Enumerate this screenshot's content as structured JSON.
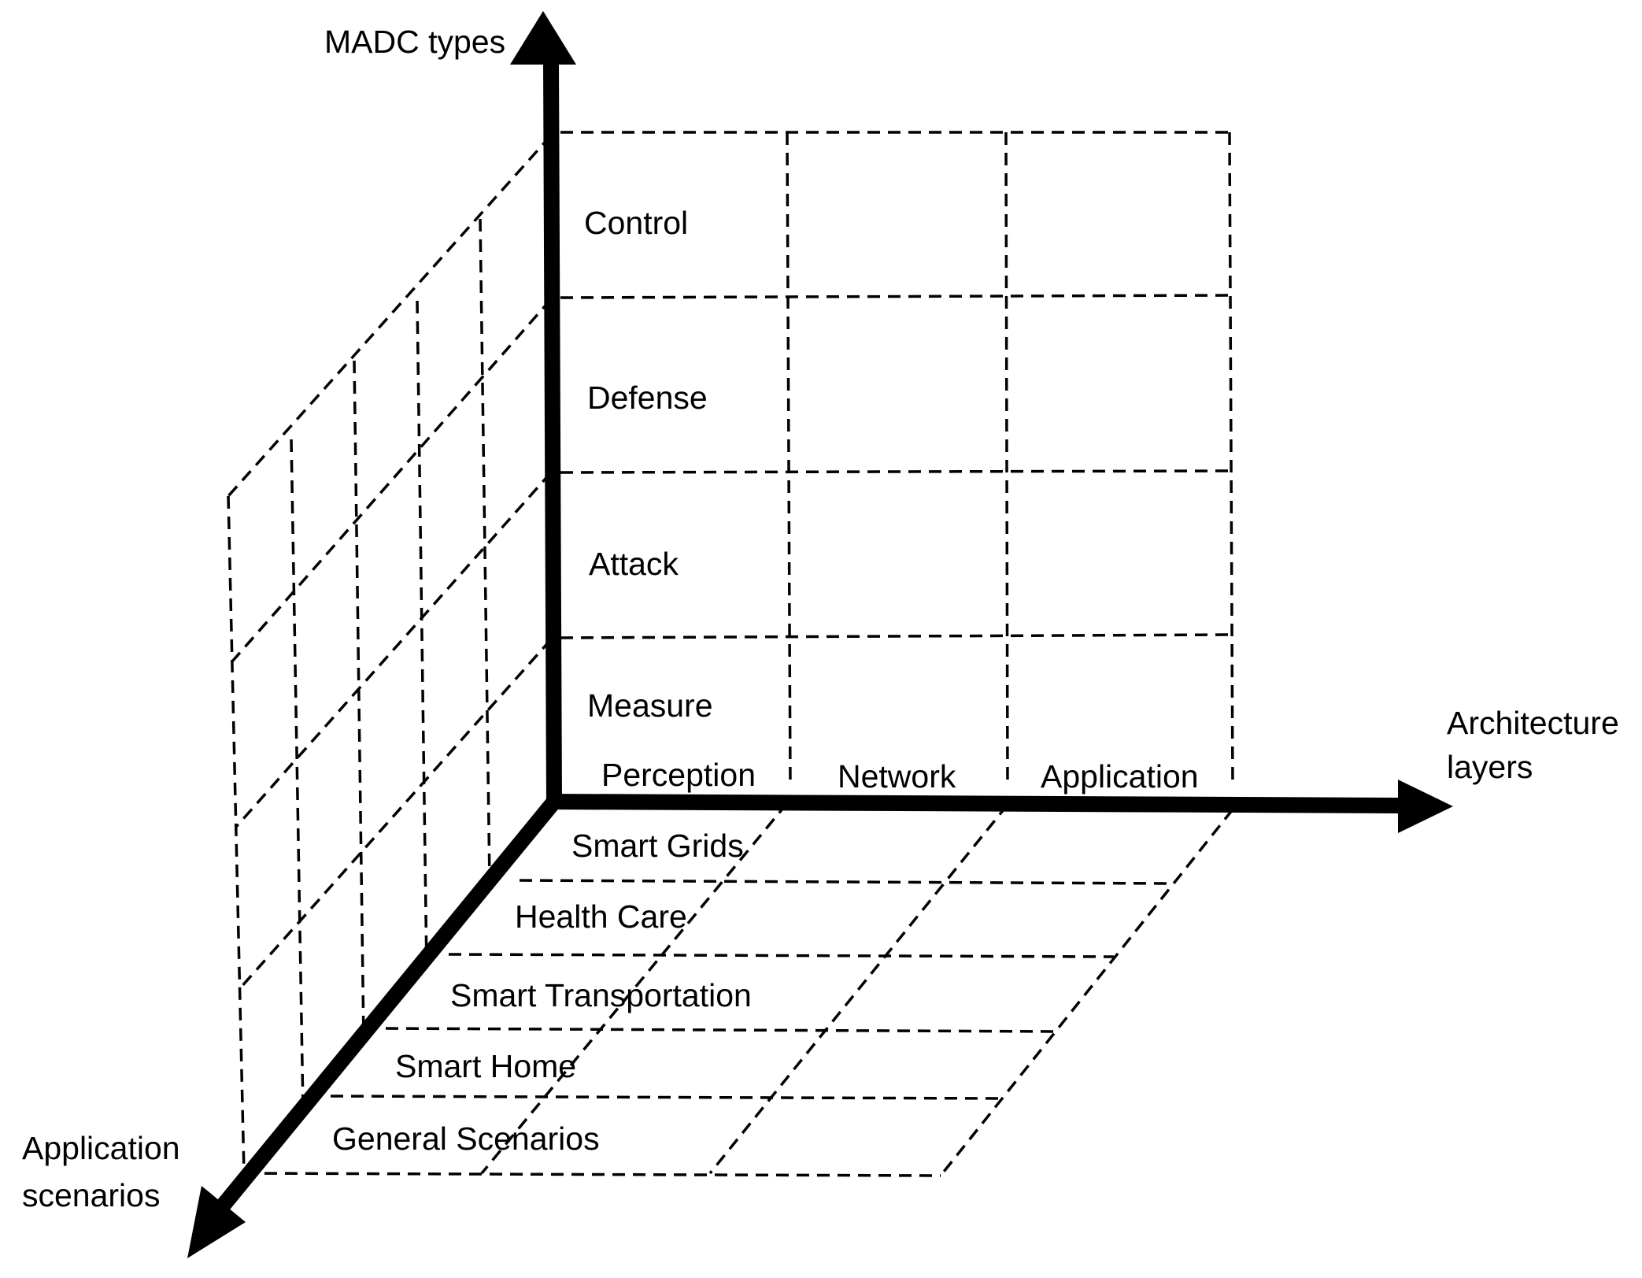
{
  "axes": {
    "vertical": {
      "label": "MADC types"
    },
    "horizontal": {
      "label_line1": "Architecture",
      "label_line2": "layers"
    },
    "diagonal": {
      "label_line1": "Application",
      "label_line2": "scenarios"
    }
  },
  "madc_types": [
    "Control",
    "Defense",
    "Attack",
    "Measure"
  ],
  "architecture_layers": [
    "Perception",
    "Network",
    "Application"
  ],
  "application_scenarios": [
    "Smart Grids",
    "Health Care",
    "Smart Transportation",
    "Smart Home",
    "General Scenarios"
  ]
}
